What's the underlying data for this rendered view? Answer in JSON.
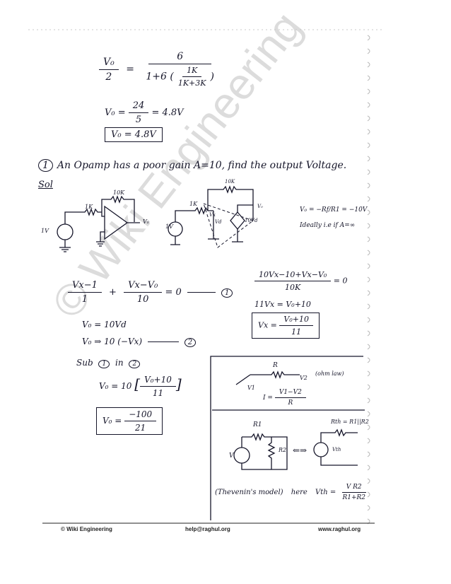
{
  "watermark": "© Wiki Engineering",
  "block1": {
    "lhs_num": "V₀",
    "lhs_den": "2",
    "rhs_num": "6",
    "rhs_den_pre": "1+6",
    "rhs_inner_num": "1K",
    "rhs_inner_den": "1K+3K"
  },
  "block2": {
    "lhs": "V₀ =",
    "num": "24",
    "den": "5",
    "rhs": "= 4.8V",
    "result": "V₀ = 4.8V"
  },
  "question": {
    "number": "1",
    "text": "An Opamp has a poor gain A=10, find the output Voltage."
  },
  "sol_label": "Sol",
  "circuit1": {
    "rf": "10K",
    "rin": "1K",
    "vin": "1V",
    "vout": "V₀"
  },
  "circuit2": {
    "rf": "10K",
    "rin": "1K",
    "vin": "1V",
    "vx": "Vx",
    "src": "10Vd",
    "vd": "Vd",
    "vout": "V₀"
  },
  "ideal_note": {
    "formula": "V₀ = −Rf/R1 = −10V",
    "note": "Ideally i.e if A=∞"
  },
  "eq1": {
    "t1_num": "Vx−1",
    "t1_den": "1",
    "plus": "+",
    "t2_num": "Vx−V₀",
    "t2_den": "10",
    "rhs": "= 0",
    "tag": "1"
  },
  "eq_right": {
    "l1_num": "10Vx−10+Vx−V₀",
    "l1_den": "10K",
    "l1_rhs": "= 0",
    "l2": "11Vx = V₀+10",
    "l3_lhs": "Vx =",
    "l3_num": "V₀+10",
    "l3_den": "11"
  },
  "eq2": {
    "line1": "V₀ = 10Vd",
    "line2": "V₀ ⇒ 10 (−Vx)",
    "tag": "2"
  },
  "sub": {
    "label": "Sub",
    "one": "1",
    "in": "in",
    "two": "2",
    "lhs": "V₀ = 10",
    "num": "V₀+10",
    "den": "11",
    "res_lhs": "V₀ =",
    "res_num": "−100",
    "res_den": "21"
  },
  "ohm": {
    "r": "R",
    "v1": "V1",
    "v2": "V2",
    "law": "(ohm law)",
    "eq": "I = ",
    "num": "V1−V2",
    "den": "R"
  },
  "thevenin": {
    "r1": "R1",
    "r2": "R2",
    "v": "V",
    "rth": "Rth = R1||R2",
    "vth_src": "Vth",
    "arrow": "⇐⇒",
    "model": "(Thevenin's model)",
    "here": "here",
    "vth_lhs": "Vth =",
    "vth_num": "V R2",
    "vth_den": "R1+R2"
  },
  "footer": {
    "left": "© Wiki Engineering",
    "center": "help@raghul.org",
    "right": "www.raghul.org"
  }
}
